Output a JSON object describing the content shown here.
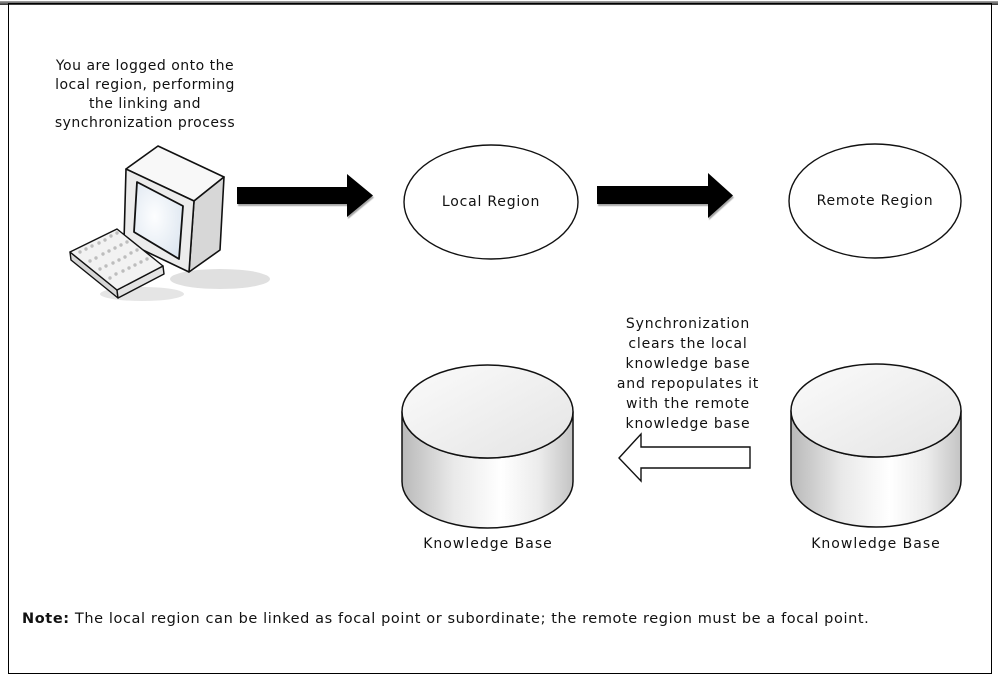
{
  "intro_text": {
    "lines": [
      "You are logged onto the",
      "local region, performing",
      "the linking and",
      "synchronization process"
    ]
  },
  "regions": {
    "local_label": "Local Region",
    "remote_label": "Remote Region"
  },
  "sync_text": {
    "lines": [
      "Synchronization",
      "clears the local",
      "knowledge base",
      "and repopulates it",
      "with the remote",
      "knowledge base"
    ]
  },
  "databases": {
    "local_label": "Knowledge Base",
    "remote_label": "Knowledge Base"
  },
  "note": {
    "prefix": "Note:",
    "body": " The local region can be linked as focal point or subordinate; the remote region must be a focal point."
  },
  "icons": {
    "computer": "computer-icon",
    "flow_arrow_1": "arrow-right-icon",
    "flow_arrow_2": "arrow-right-icon",
    "sync_arrow": "arrow-left-outline-icon",
    "database_left": "database-cylinder-icon",
    "database_right": "database-cylinder-icon"
  },
  "colors": {
    "outline": "#111111",
    "arrow_fill": "#000000",
    "background": "#ffffff",
    "cylinder_light": "#ffffff",
    "cylinder_dark": "#b9b9b9",
    "screen_tint": "#d9e3ee"
  }
}
